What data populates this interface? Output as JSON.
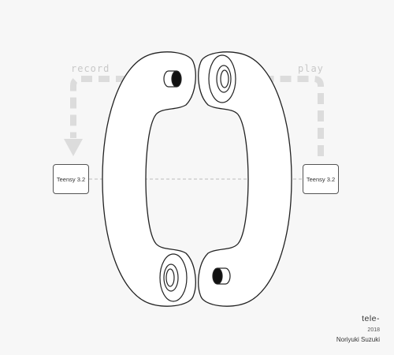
{
  "flow": {
    "record_label": "record",
    "play_label": "play"
  },
  "devices": {
    "left_label": "Teensy 3.2",
    "right_label": "Teensy 3.2"
  },
  "credits": {
    "title": "tele-",
    "year": "2018",
    "author": "Noriyuki Suzuki"
  },
  "colors": {
    "background": "#f7f7f7",
    "outline": "#222222",
    "arrow": "#dcdcdc",
    "dashed_line": "#bbbbbb"
  }
}
